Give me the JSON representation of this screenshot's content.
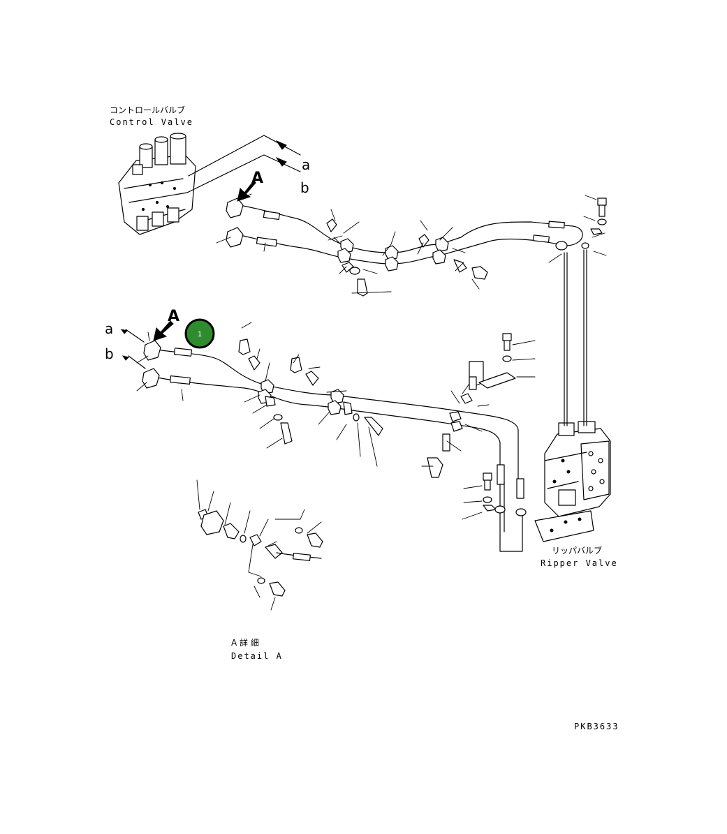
{
  "labels": {
    "control_valve_jp": "コントロールバルブ",
    "control_valve_en": "Control Valve",
    "ripper_valve_jp": "リッパバルブ",
    "ripper_valve_en": "Ripper Valve",
    "detail_jp": "A 詳 細",
    "detail_en": "Detail A",
    "drawing_code": "PKB3633"
  },
  "markers": {
    "port_a": "a",
    "port_b": "b",
    "view_a": "A"
  },
  "callouts": [
    {
      "id": "1",
      "color": "#2e8b2e"
    }
  ]
}
